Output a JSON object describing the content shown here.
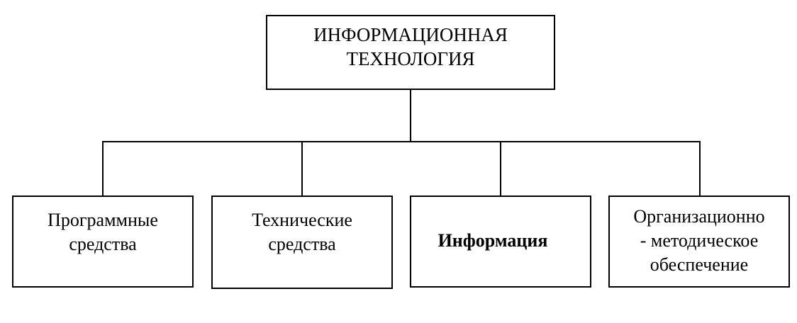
{
  "diagram": {
    "root": {
      "label": "ИНФОРМАЦИОННАЯ\nТЕХНОЛОГИЯ"
    },
    "children": [
      {
        "label": "Программные\nсредства",
        "bold": false
      },
      {
        "label": "Технические\nсредства",
        "bold": false
      },
      {
        "label": "Информация",
        "bold": true
      },
      {
        "label": "Организационно\n- методическое\nобеспечение",
        "bold": false
      }
    ],
    "colors": {
      "line": "#000000",
      "background": "#ffffff"
    }
  }
}
